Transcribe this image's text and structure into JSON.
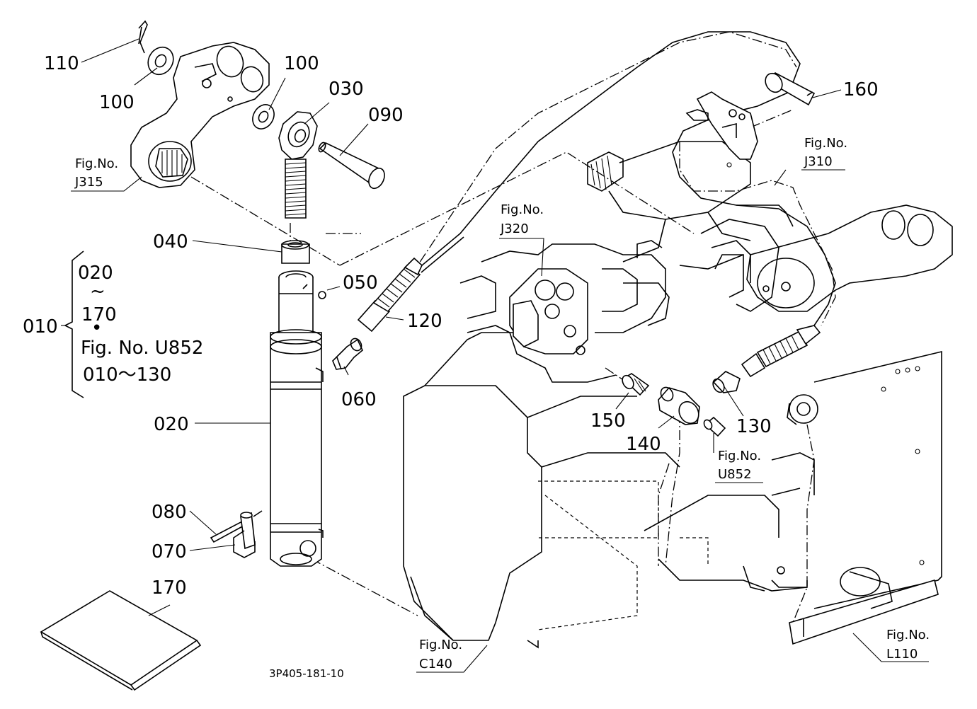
{
  "callouts": {
    "p110": "110",
    "p100a": "100",
    "p100b": "100",
    "p030": "030",
    "p090": "090",
    "p040": "040",
    "p050": "050",
    "p120": "120",
    "p060": "060",
    "p020": "020",
    "p080": "080",
    "p070": "070",
    "p170": "170",
    "p160": "160",
    "p150": "150",
    "p140": "140",
    "p130": "130"
  },
  "assembly_note": {
    "item": "010",
    "line1": "020",
    "tilde": "~",
    "line2": "170",
    "dot": "•",
    "line3": "Fig. No. U852",
    "line4": "010～130"
  },
  "fig_refs": {
    "j315": {
      "label": "Fig.No.",
      "code": "J315"
    },
    "j310": {
      "label": "Fig.No.",
      "code": "J310"
    },
    "j320": {
      "label": "Fig.No.",
      "code": "J320"
    },
    "u852": {
      "label": "Fig.No.",
      "code": "U852"
    },
    "c140": {
      "label": "Fig.No.",
      "code": "C140"
    },
    "l110": {
      "label": "Fig.No.",
      "code": "L110"
    }
  },
  "document_code": "3P405-181-10"
}
